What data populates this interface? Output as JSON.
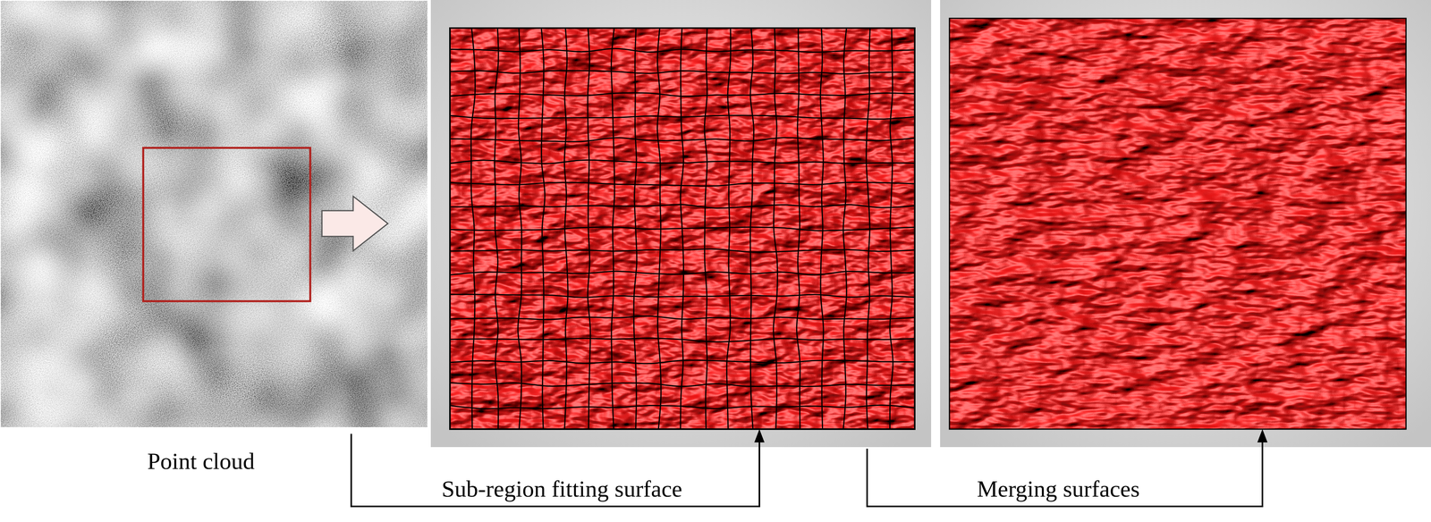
{
  "diagram": {
    "labels": [
      "Point cloud",
      "Sub-region fitting surface",
      "Merging surfaces"
    ]
  }
}
